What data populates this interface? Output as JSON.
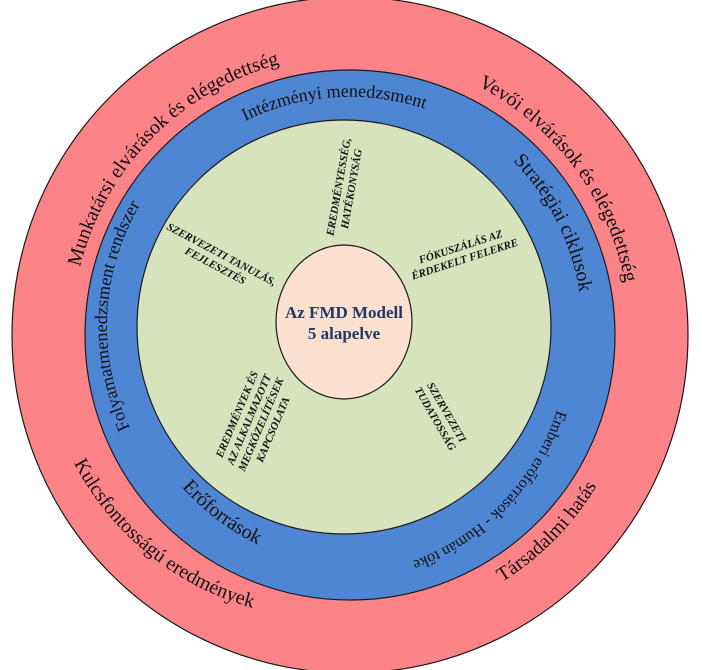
{
  "colors": {
    "outer_ring": "#fc8489",
    "middle_ring": "#4f86d4",
    "inner_disc": "#d6e3bd",
    "center_disc": "#fbe0d0",
    "center_text": "#1f3864",
    "outline": "#1a1a1a"
  },
  "outer_ring": {
    "top_left": "Munkatársi elvárások és elégedettség",
    "top_right": "Vevői elvárások és elégedettség",
    "bottom_left": "Kulcsfontosságú eredmények",
    "bottom_right": "Társadalmi hatás"
  },
  "middle_ring": {
    "top": "Intézményi menedzsment",
    "right": "Stratégiai ciklusok",
    "bottom_right": "Emberi erőforrások - Humán tőke",
    "bottom_left": "Erőforrások",
    "left": "Folyamatmenedzsment rendszer"
  },
  "spokes": [
    {
      "line1": "EREDMÉNYESSÉG,",
      "line2": "HATÉKONYSÁG"
    },
    {
      "line1": "FÓKUSZÁLÁS AZ",
      "line2": "ÉRDEKELT FELEKRE"
    },
    {
      "line1": "SZERVEZETI",
      "line2": "TUDATOSSÁG"
    },
    {
      "line1": "EREDMÉNYEK ÉS",
      "line2": "AZ ALKALMAZOTT",
      "line3": "MEGKÖZELÍTÉSEK",
      "line4": "KAPCSOLATA"
    },
    {
      "line1": "SZERVEZETI TANULÁS,",
      "line2": "FEJLESZTÉS"
    }
  ],
  "center": {
    "line1": "Az FMD Modell",
    "line2": "5 alapelve"
  }
}
